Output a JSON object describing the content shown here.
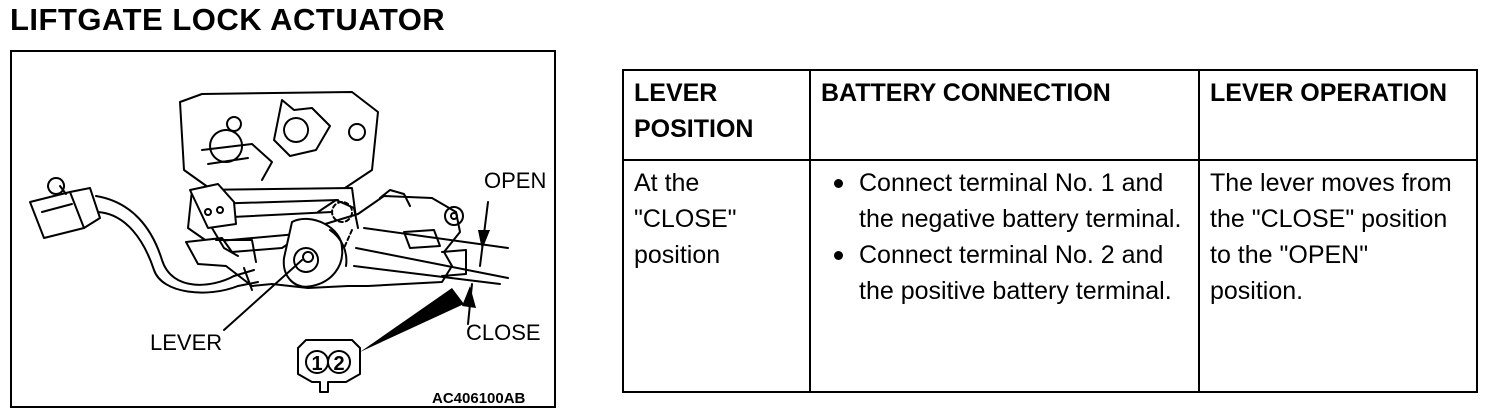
{
  "title": "LIFTGATE LOCK ACTUATOR",
  "figure": {
    "label_open": "OPEN",
    "label_close": "CLOSE",
    "label_lever": "LEVER",
    "terminal_1": "1",
    "terminal_2": "2",
    "code": "AC406100AB"
  },
  "table": {
    "headers": [
      "LEVER POSITION",
      "BATTERY CONNECTION",
      "LEVER OPERATION"
    ],
    "row": {
      "position": "At the \"CLOSE\" position",
      "connections": [
        "Connect terminal No. 1 and the negative battery terminal.",
        "Connect terminal No. 2 and the positive battery terminal."
      ],
      "operation": "The lever moves from the \"CLOSE\" position to the \"OPEN\" position."
    }
  }
}
